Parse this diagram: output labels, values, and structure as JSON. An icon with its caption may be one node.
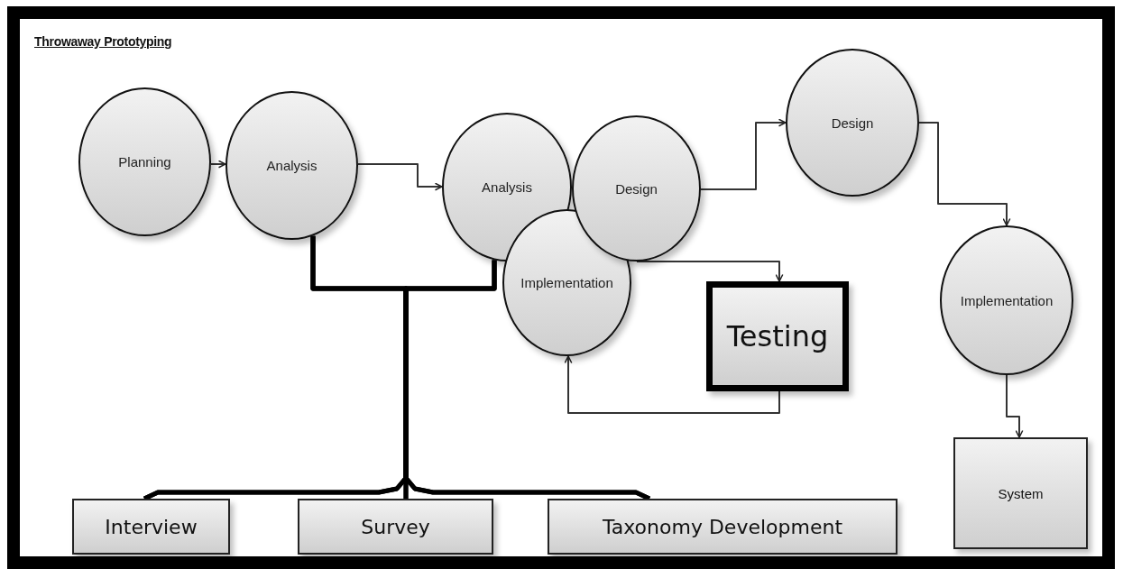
{
  "diagram": {
    "title": "Throwaway Prototyping",
    "nodes": [
      {
        "text": [
          "Planning"
        ]
      },
      {
        "text": [
          "Analysis"
        ]
      },
      {
        "text": [
          "Analysis"
        ]
      },
      {
        "text": [
          "Design"
        ]
      },
      {
        "text": [
          "Implementation"
        ]
      },
      {
        "text": [
          "Testing"
        ]
      },
      {
        "text": [
          "Design"
        ]
      },
      {
        "text": [
          "Implementation"
        ]
      },
      {
        "text": [
          "System"
        ]
      },
      {
        "text": [
          "Interview"
        ]
      },
      {
        "text": [
          "Survey"
        ]
      },
      {
        "text": [
          "Taxonomy Development"
        ]
      }
    ],
    "edges": [
      {
        "from": 0,
        "to": 1,
        "arrow": "to"
      },
      {
        "from": 1,
        "to": 2,
        "arrow": "to"
      },
      {
        "from": 3,
        "to": 6,
        "arrow": "to"
      },
      {
        "from": 3,
        "to": 5,
        "arrow": "to"
      },
      {
        "from": 5,
        "to": 4,
        "arrow": "to"
      },
      {
        "from": 6,
        "to": 7,
        "arrow": "to"
      },
      {
        "from": 7,
        "to": 8,
        "arrow": "to"
      },
      {
        "from": 1,
        "to": 9,
        "arrow": "none",
        "style": "thick"
      },
      {
        "from": 1,
        "to": 10,
        "arrow": "none",
        "style": "thick"
      },
      {
        "from": 1,
        "to": 11,
        "arrow": "none",
        "style": "thick"
      },
      {
        "from": 2,
        "to": 9,
        "arrow": "none",
        "style": "thick"
      },
      {
        "from": 2,
        "to": 10,
        "arrow": "none",
        "style": "thick"
      },
      {
        "from": 2,
        "to": 11,
        "arrow": "none",
        "style": "thick"
      }
    ]
  }
}
